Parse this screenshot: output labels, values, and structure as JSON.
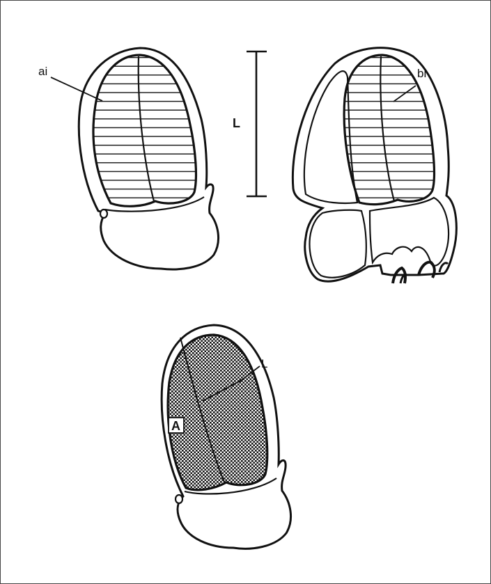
{
  "figure": {
    "panel_left": {
      "label": "ai"
    },
    "scale_bar": {
      "label": "L"
    },
    "panel_right": {
      "label": "bi"
    },
    "panel_bottom": {
      "length_label": "L",
      "area_label": "A"
    }
  },
  "colors": {
    "ink": "#111111",
    "paper": "#ffffff",
    "frame": "#444444"
  }
}
